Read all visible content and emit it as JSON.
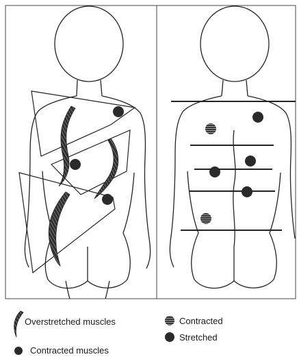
{
  "legend": {
    "overstretched_label": "Overstretched muscles",
    "contracted_muscles_label": "Contracted muscles",
    "contracted_label": "Contracted",
    "stretched_label": "Stretched"
  },
  "colors": {
    "ink": "#1a1a1a",
    "muscle_fill": "#4a4a4a",
    "hatched_dot": "#6a6a6a"
  }
}
